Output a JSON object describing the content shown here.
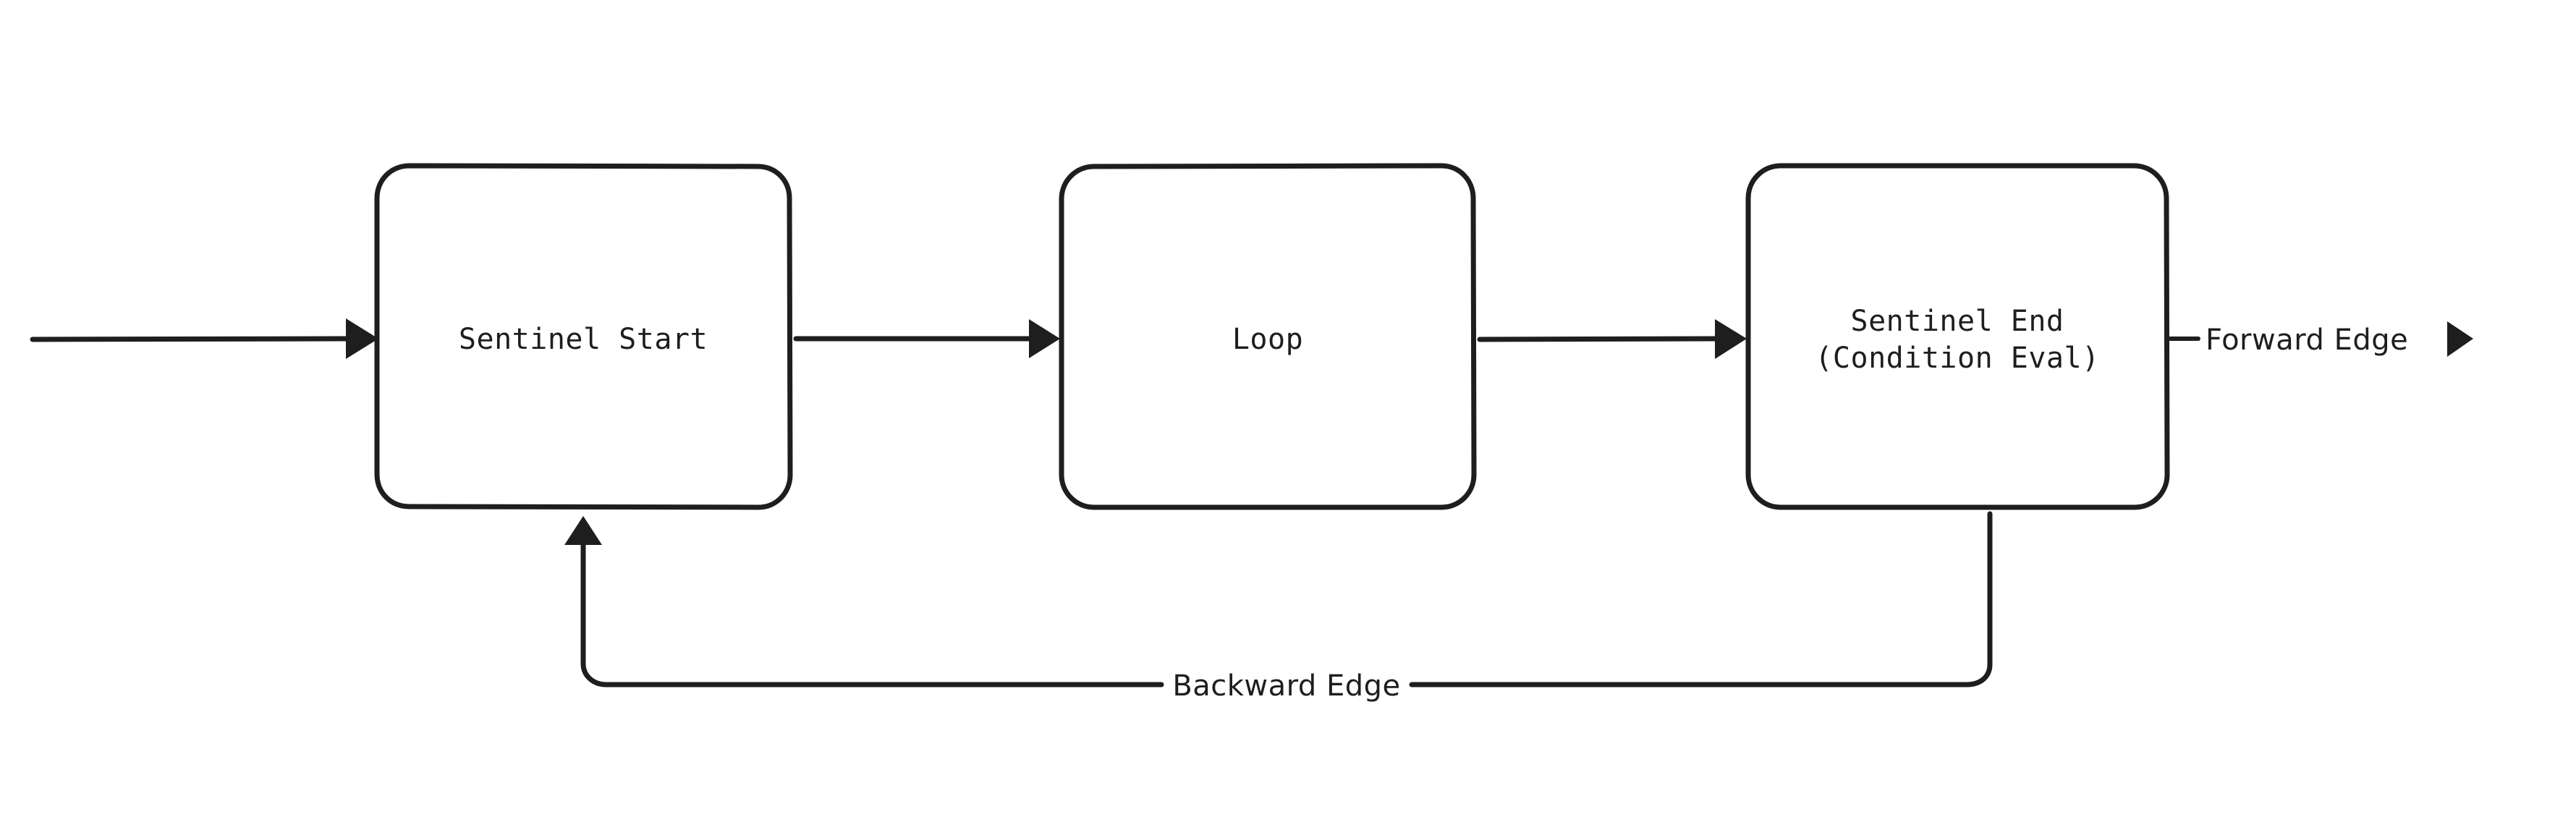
{
  "diagram": {
    "type": "flowchart",
    "title": "",
    "style": "hand-drawn",
    "colors": {
      "stroke": "#1e1e1e",
      "background": "#ffffff",
      "node_fill": "#ffffff"
    },
    "nodes": [
      {
        "id": "sentinel-start",
        "label": "Sentinel Start",
        "lines": [
          "Sentinel Start"
        ],
        "shape": "rounded-rectangle"
      },
      {
        "id": "loop",
        "label": "Loop",
        "lines": [
          "Loop"
        ],
        "shape": "rounded-rectangle"
      },
      {
        "id": "sentinel-end",
        "label": "Sentinel End (Condition Eval)",
        "lines": [
          "Sentinel End",
          "(Condition Eval)"
        ],
        "shape": "rounded-rectangle"
      }
    ],
    "edges": [
      {
        "id": "entry-edge",
        "from": "",
        "to": "sentinel-start",
        "label": "",
        "arrow": "end"
      },
      {
        "id": "start-to-loop",
        "from": "sentinel-start",
        "to": "loop",
        "label": "",
        "arrow": "end"
      },
      {
        "id": "loop-to-end",
        "from": "loop",
        "to": "sentinel-end",
        "label": "",
        "arrow": "end"
      },
      {
        "id": "forward-edge",
        "from": "sentinel-end",
        "to": "",
        "label": "Forward Edge",
        "arrow": "end"
      },
      {
        "id": "backward-edge",
        "from": "sentinel-end",
        "to": "sentinel-start",
        "label": "Backward Edge",
        "arrow": "end"
      }
    ]
  }
}
